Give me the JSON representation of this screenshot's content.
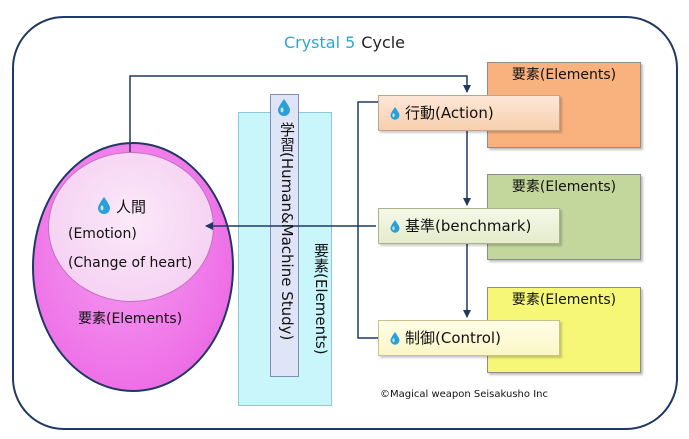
{
  "title": {
    "part1": "Crystal 5",
    "part2": "Cycle"
  },
  "elements_label": "要素(Elements)",
  "steps": [
    {
      "label": "行動(Action)"
    },
    {
      "label": "基準(benchmark)"
    },
    {
      "label": "制御(Control)"
    }
  ],
  "study_label": "学習(Human&Machine Study)",
  "human": {
    "label": "人間",
    "emotion": "(Emotion)",
    "change": "(Change of heart)"
  },
  "copyright": "©Magical weapon Seisakusho Inc",
  "colors": {
    "frame": "#1f3864",
    "title_accent": "#2aa7d8",
    "elements_orange": "#f9b27e",
    "elements_green": "#c3d69b",
    "elements_yellow": "#f6f777",
    "study_bar": "#c8f6fb",
    "human_ellipse": "#ee70e6",
    "drop": "#2a9fd8"
  },
  "icons": {
    "step_icon": "water-drop-icon"
  }
}
